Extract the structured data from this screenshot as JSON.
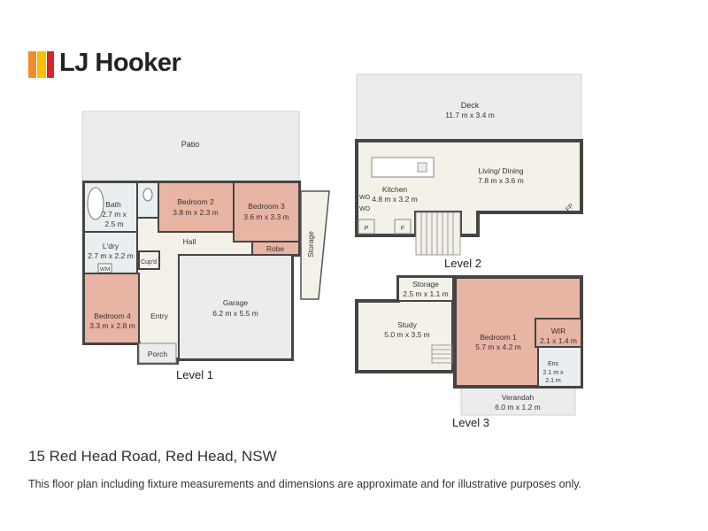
{
  "brand": {
    "name": "LJ Hooker",
    "colors": {
      "orange": "#f28c28",
      "yellow": "#f6c200",
      "red": "#d8232a"
    }
  },
  "colors": {
    "bedroom": "#e8b4a4",
    "room": "#f4f1e8",
    "outdoor": "#ececec",
    "wet": "#e9eef0",
    "wall": "#444444"
  },
  "levels": {
    "level1": "Level 1",
    "level2": "Level 2",
    "level3": "Level 3"
  },
  "rooms": {
    "patio": {
      "name": "Patio"
    },
    "bath": {
      "name": "Bath",
      "dims1": "2.7 m x",
      "dims2": "2.5 m"
    },
    "bedroom2": {
      "name": "Bedroom 2",
      "dims": "3.8 m x 2.3 m"
    },
    "bedroom3": {
      "name": "Bedroom 3",
      "dims": "3.6 m x 3.3 m"
    },
    "storage1": {
      "name": "Storage"
    },
    "hall": {
      "name": "Hall"
    },
    "robe": {
      "name": "Robe"
    },
    "laundry": {
      "name": "L'dry",
      "dims": "2.7 m x 2.2 m"
    },
    "wm": {
      "name": "WM"
    },
    "cupboard": {
      "name": "Cup'd"
    },
    "bedroom4": {
      "name": "Bedroom 4",
      "dims": "3.3 m x 2.8 m"
    },
    "entry": {
      "name": "Entry"
    },
    "garage": {
      "name": "Garage",
      "dims": "6.2 m x 5.5 m"
    },
    "porch": {
      "name": "Porch"
    },
    "deck": {
      "name": "Deck",
      "dims": "11.7 m x 3.4 m"
    },
    "kitchen": {
      "name": "Kitchen",
      "dims": "4.8 m x 3.2 m"
    },
    "living": {
      "name": "Living/ Dining",
      "dims": "7.8 m x 3.6 m"
    },
    "wo1": {
      "name": "WO"
    },
    "wo2": {
      "name": "WO"
    },
    "pantry": {
      "name": "P"
    },
    "fridge": {
      "name": "F"
    },
    "fireplace": {
      "name": "FP"
    },
    "storage3": {
      "name": "Storage",
      "dims": "2.5 m x 1.1 m"
    },
    "study": {
      "name": "Study",
      "dims": "5.0 m x 3.5 m"
    },
    "bedroom1": {
      "name": "Bedroom 1",
      "dims": "5.7 m x 4.2 m"
    },
    "wir": {
      "name": "WIR",
      "dims": "2.1 x 1.4 m"
    },
    "ens": {
      "name": "Ens",
      "dims1": "2.1 m x",
      "dims2": "2.1 m"
    },
    "verandah": {
      "name": "Verandah",
      "dims": "6.0 m x 1.2 m"
    }
  },
  "address": "15 Red Head Road, Red Head, NSW",
  "disclaimer": "This floor plan including fixture measurements and dimensions are approximate and for illustrative purposes only."
}
